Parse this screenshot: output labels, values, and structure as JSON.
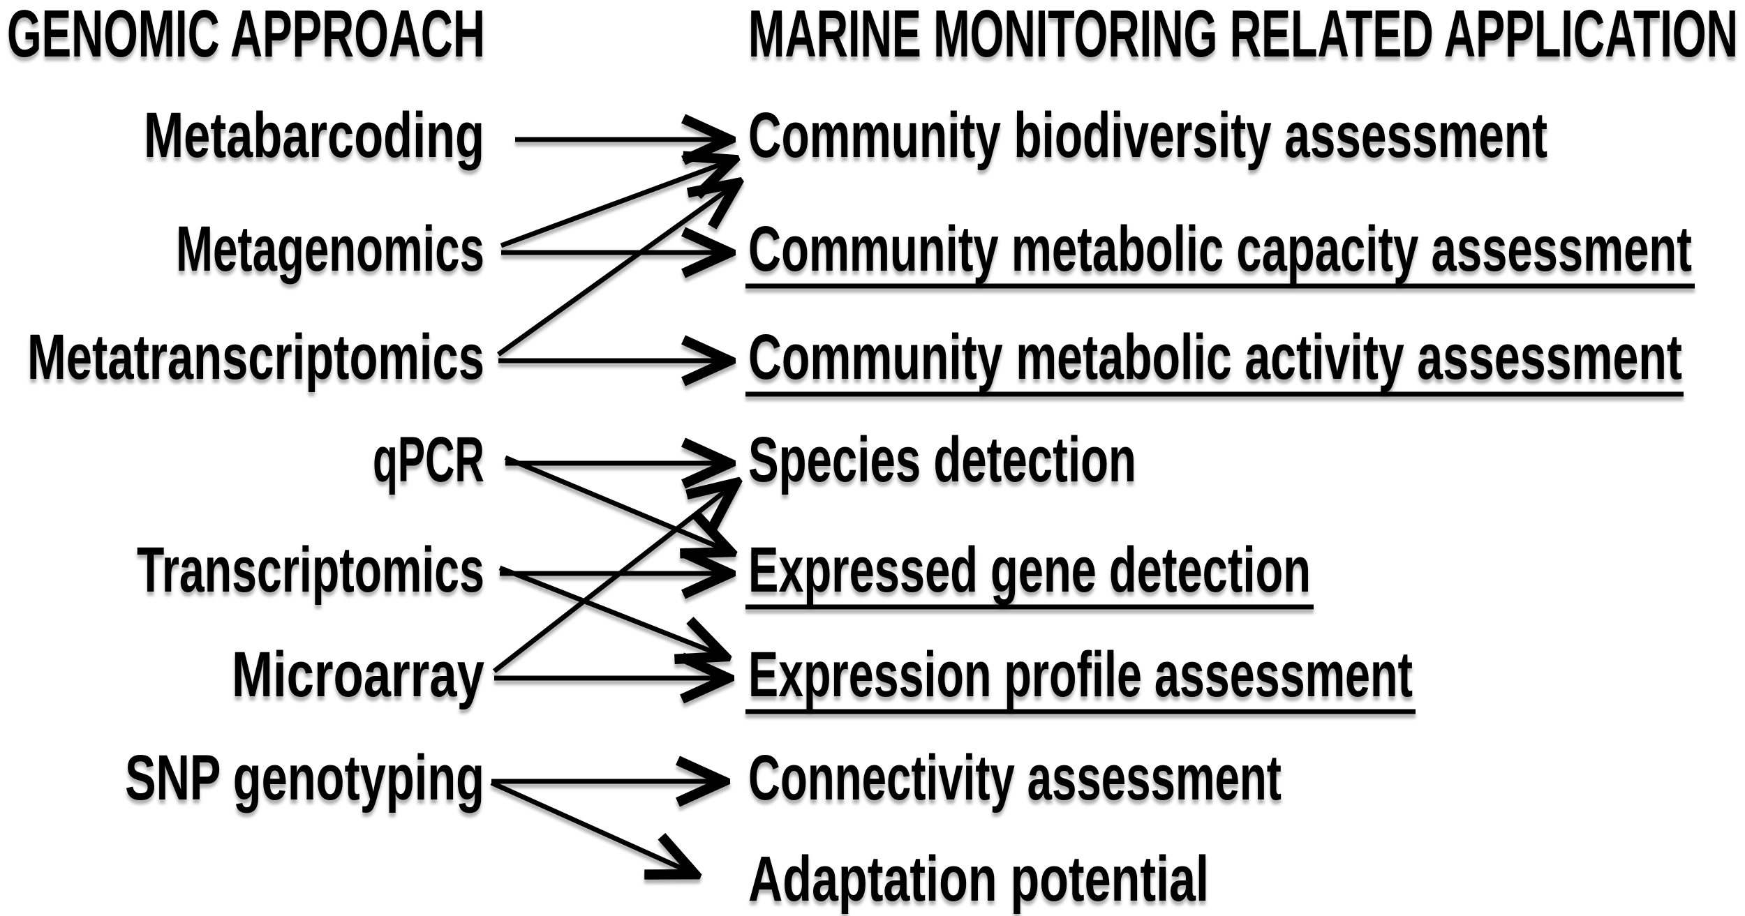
{
  "figure": {
    "left_header": "GENOMIC APPROACH",
    "right_header": "MARINE MONITORING RELATED APPLICATION",
    "approaches": [
      {
        "label": "Metabarcoding"
      },
      {
        "label": "Metagenomics"
      },
      {
        "label": "Metatranscriptomics"
      },
      {
        "label": "qPCR"
      },
      {
        "label": "Transcriptomics"
      },
      {
        "label": "Microarray"
      },
      {
        "label": "SNP genotyping"
      }
    ],
    "applications": [
      {
        "label": "Community biodiversity assessment",
        "underlined": false
      },
      {
        "label": "Community metabolic capacity assessment",
        "underlined": true
      },
      {
        "label": "Community metabolic activity assessment",
        "underlined": true
      },
      {
        "label": "Species detection",
        "underlined": false
      },
      {
        "label": "Expressed gene detection",
        "underlined": true
      },
      {
        "label": "Expression profile assessment",
        "underlined": true
      },
      {
        "label": "Connectivity assessment",
        "underlined": false
      },
      {
        "label": "Adaptation potential",
        "underlined": false
      }
    ],
    "connections": [
      {
        "from": "Metabarcoding",
        "to": "Community biodiversity assessment"
      },
      {
        "from": "Metagenomics",
        "to": "Community metabolic capacity assessment"
      },
      {
        "from": "Metagenomics",
        "to": "Community biodiversity assessment"
      },
      {
        "from": "Metatranscriptomics",
        "to": "Community metabolic activity assessment"
      },
      {
        "from": "Metatranscriptomics",
        "to": "Community biodiversity assessment"
      },
      {
        "from": "qPCR",
        "to": "Species detection"
      },
      {
        "from": "qPCR",
        "to": "Expressed gene detection"
      },
      {
        "from": "Transcriptomics",
        "to": "Expressed gene detection"
      },
      {
        "from": "Transcriptomics",
        "to": "Expression profile assessment"
      },
      {
        "from": "Microarray",
        "to": "Expression profile assessment"
      },
      {
        "from": "Microarray",
        "to": "Species detection"
      },
      {
        "from": "SNP genotyping",
        "to": "Connectivity assessment"
      },
      {
        "from": "SNP genotyping",
        "to": "Adaptation potential"
      }
    ],
    "colors": {
      "text": "#000000",
      "arrow": "#000000",
      "background": "#ffffff"
    }
  }
}
